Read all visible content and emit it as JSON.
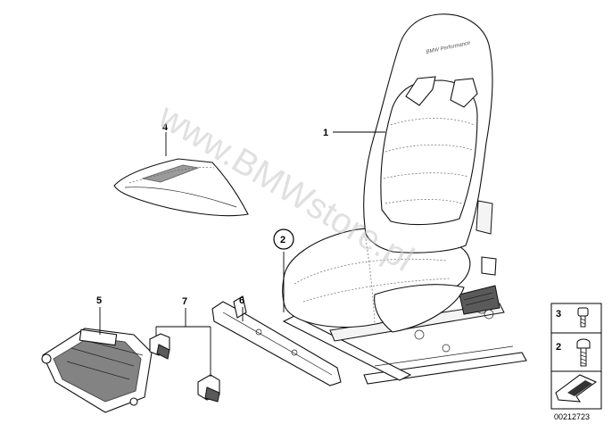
{
  "callouts": {
    "seat": "1",
    "screw_circled": "2",
    "seat_cover": "4",
    "module": "5",
    "bracket": "6",
    "clips": "7"
  },
  "seat_brand": "BMW Performance",
  "watermark": "www.BMWstore.pl",
  "legend": {
    "item_top": "3",
    "item_bottom": "2"
  },
  "document_number": "00212723"
}
